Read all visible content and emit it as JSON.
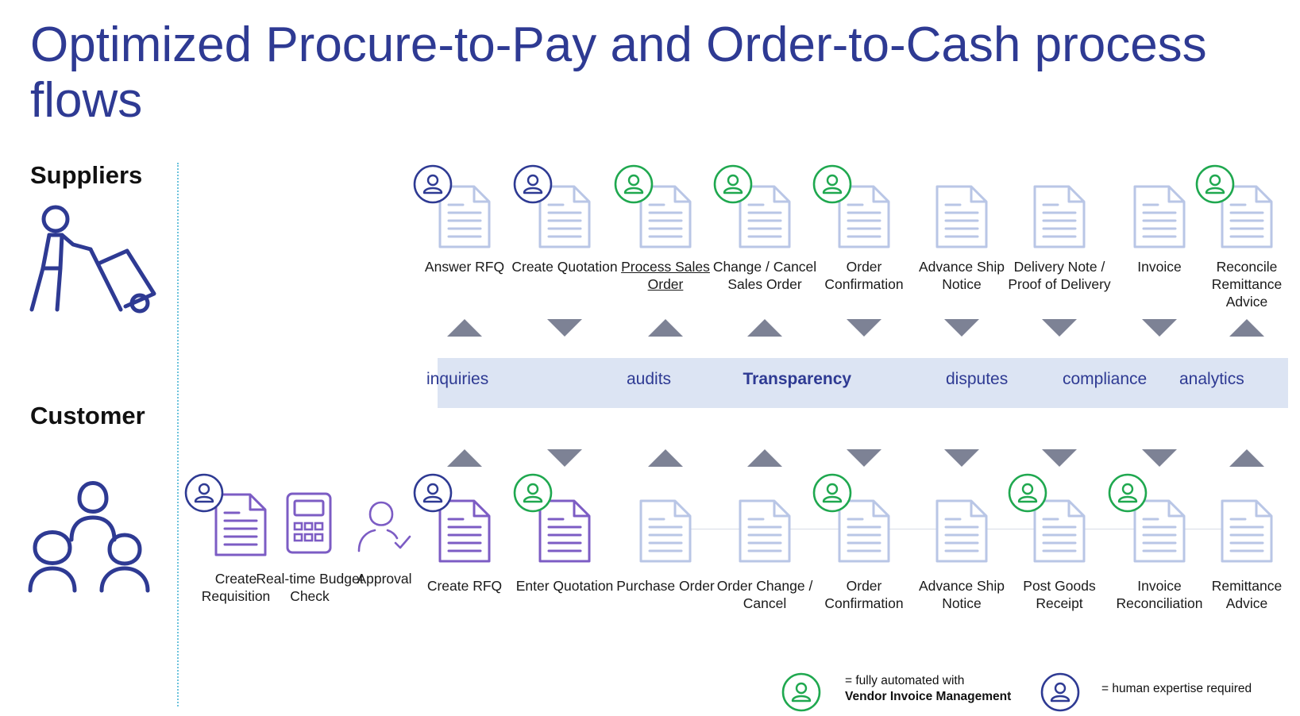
{
  "title": "Optimized Procure-to-Pay and Order-to-Cash process flows",
  "roles": {
    "suppliers": "Suppliers",
    "customer": "Customer"
  },
  "supplier_steps": [
    {
      "label": "Answer RFQ",
      "badge": "human",
      "arrow": "up"
    },
    {
      "label": "Create Quotation",
      "badge": "human",
      "arrow": "down"
    },
    {
      "label": "Process Sales Order",
      "badge": "auto",
      "arrow": "up",
      "underlined": true
    },
    {
      "label": "Change / Cancel Sales Order",
      "badge": "auto",
      "arrow": "up"
    },
    {
      "label": "Order Confirmation",
      "badge": "auto",
      "arrow": "down"
    },
    {
      "label": "Advance Ship Notice",
      "badge": "none",
      "arrow": "down"
    },
    {
      "label": "Delivery Note / Proof of Delivery",
      "badge": "none",
      "arrow": "down"
    },
    {
      "label": "Invoice",
      "badge": "none",
      "arrow": "down"
    },
    {
      "label": "Reconcile Remittance Advice",
      "badge": "auto",
      "arrow": "up"
    }
  ],
  "band_words": [
    "inquiries",
    "audits",
    "Transparency",
    "disputes",
    "compliance",
    "analytics"
  ],
  "customer_prelude": [
    {
      "label": "Create Requisition",
      "icon": "document-icon",
      "badge": "human"
    },
    {
      "label": "Real-time Budget Check",
      "icon": "calculator-icon",
      "badge": "none"
    },
    {
      "label": "Approval",
      "icon": "approver-icon",
      "badge": "none"
    }
  ],
  "customer_steps": [
    {
      "label": "Create RFQ",
      "badge": "human",
      "arrow": "up"
    },
    {
      "label": "Enter Quotation",
      "badge": "auto",
      "arrow": "down"
    },
    {
      "label": "Purchase Order",
      "badge": "none",
      "arrow": "up"
    },
    {
      "label": "Order Change / Cancel",
      "badge": "none",
      "arrow": "up"
    },
    {
      "label": "Order Confirmation",
      "badge": "auto",
      "arrow": "down"
    },
    {
      "label": "Advance Ship Notice",
      "badge": "none",
      "arrow": "down"
    },
    {
      "label": "Post Goods Receipt",
      "badge": "auto",
      "arrow": "down"
    },
    {
      "label": "Invoice Reconciliation",
      "badge": "auto",
      "arrow": "down"
    },
    {
      "label": "Remittance Advice",
      "badge": "none",
      "arrow": "up"
    }
  ],
  "legend": {
    "auto_text": "= fully automated with",
    "auto_bold": "Vendor Invoice Management",
    "human_text": "= human expertise required"
  },
  "colors": {
    "title": "#2e3a93",
    "human_badge": "#2e3a93",
    "auto_badge": "#1fa84f",
    "doc_light": "#b9c6e6",
    "doc_purple": "#7c5cc4",
    "arrow": "#7d8295",
    "band": "#dce4f3"
  }
}
